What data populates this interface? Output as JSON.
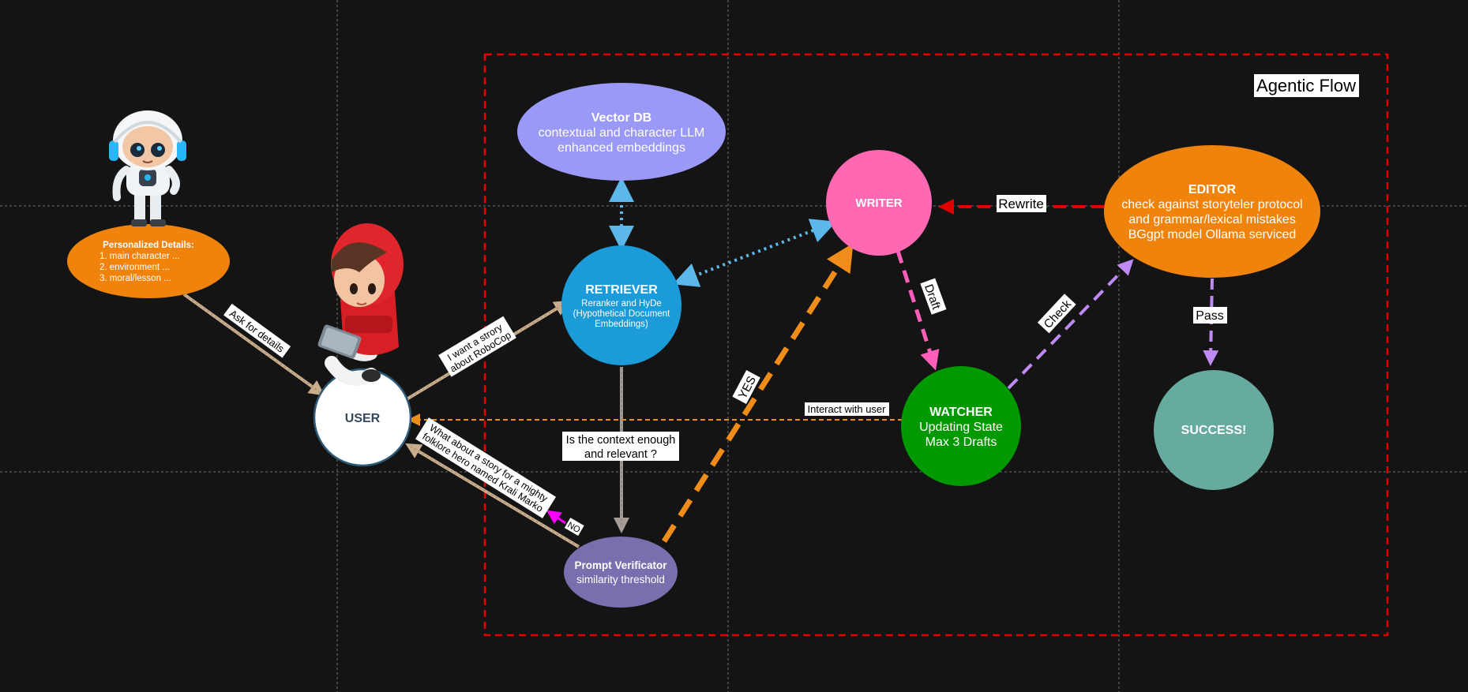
{
  "flow_box": {
    "title": "Agentic Flow"
  },
  "nodes": {
    "vector_db": {
      "title": "Vector DB",
      "lines": [
        "contextual and character LLM",
        "enhanced embeddings"
      ],
      "color": "#9b99f7"
    },
    "retriever": {
      "title": "RETRIEVER",
      "lines": [
        "Reranker and HyDe",
        "(Hypothetical Document",
        "Embeddings)"
      ],
      "color": "#1b9bd7"
    },
    "writer": {
      "title": "WRITER",
      "color": "#ff69b4"
    },
    "editor": {
      "title": "EDITOR",
      "lines": [
        "check against storyteler protocol",
        "and grammar/lexical mistakes",
        "BGgpt model Ollama serviced"
      ],
      "color": "#f0830b"
    },
    "watcher": {
      "title": "WATCHER",
      "lines": [
        "Updating State",
        "Max 3 Drafts"
      ],
      "color": "#009a00"
    },
    "success": {
      "title": "SUCCESS!",
      "color": "#67ab9f"
    },
    "prompt_verificator": {
      "title": "Prompt Verificator",
      "lines": [
        "similarity threshold"
      ],
      "color": "#7a6fae"
    },
    "user": {
      "title": "USER",
      "color": "#ffffff"
    },
    "personalized": {
      "title": "Personalized Details:",
      "lines": [
        "1. main character ...",
        "2. environment ...",
        "3. moral/lesson ..."
      ],
      "color": "#f0830b"
    }
  },
  "edge_labels": {
    "ask_for_details": "Ask for details",
    "want_story": [
      "I want a strory",
      "about RoboCop"
    ],
    "context_question": [
      "Is the context enough",
      "and relevant ?"
    ],
    "yes": "YES",
    "no": "NO",
    "suggestion": [
      "What about a story for a mighty",
      "folklore hero named Krali Marko"
    ],
    "interact": "Interact with user",
    "draft": "Draft",
    "check": "Check",
    "rewrite": "Rewrite",
    "pass": "Pass"
  },
  "colors": {
    "background": "#141414",
    "flow_border": "#e00000",
    "dotted_blue": "#5bb8e8",
    "orange": "#f08c1a",
    "pink": "#ff5fb8",
    "violet": "#c08af5",
    "magenta": "#ff00ff",
    "tan": "#c9ad8d",
    "gray": "#a59c97"
  },
  "illustrations": [
    "robot-mascot",
    "boy-with-tablet"
  ]
}
